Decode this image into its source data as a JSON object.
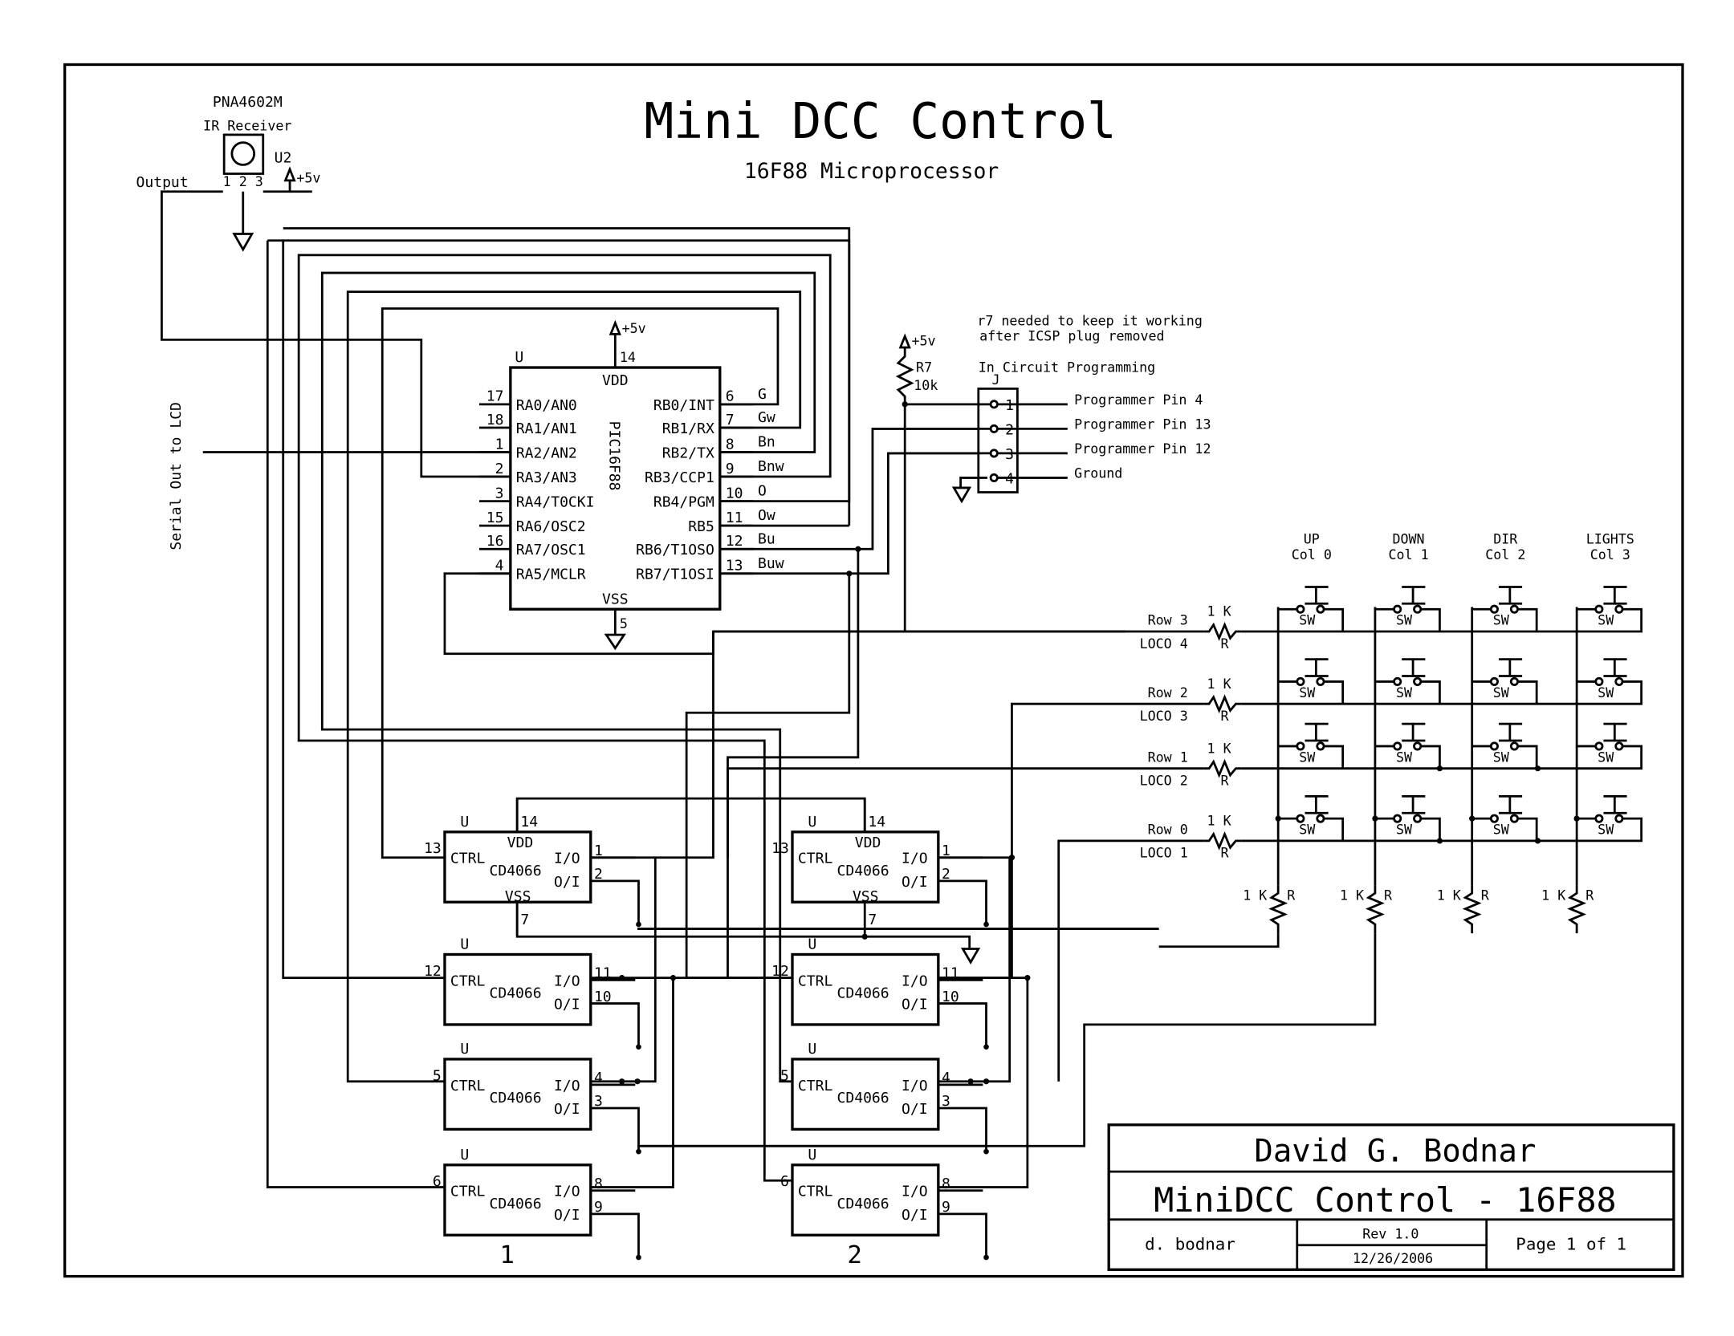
{
  "schematic": {
    "title": "Mini DCC Control",
    "subtitle": "16F88 Microprocessor",
    "ir_receiver": {
      "part": "PNA4602M",
      "desc": "IR Receiver",
      "ref": "U2",
      "pins": "1 2 3",
      "output_label": "Output",
      "supply": "+5v"
    },
    "serial_label": "Serial Out to LCD",
    "pic": {
      "ref": "U",
      "name": "PIC16F88",
      "vdd": "VDD",
      "vss": "VSS",
      "vdd_pin": "14",
      "vss_pin": "5",
      "supply": "+5v",
      "left_pins": [
        {
          "num": "17",
          "name": "RA0/AN0"
        },
        {
          "num": "18",
          "name": "RA1/AN1"
        },
        {
          "num": "1",
          "name": "RA2/AN2"
        },
        {
          "num": "2",
          "name": "RA3/AN3"
        },
        {
          "num": "3",
          "name": "RA4/T0CKI"
        },
        {
          "num": "15",
          "name": "RA6/OSC2"
        },
        {
          "num": "16",
          "name": "RA7/OSC1"
        },
        {
          "num": "4",
          "name": "RA5/MCLR"
        }
      ],
      "right_pins": [
        {
          "num": "6",
          "name": "RB0/INT",
          "net": "G"
        },
        {
          "num": "7",
          "name": "RB1/RX",
          "net": "Gw"
        },
        {
          "num": "8",
          "name": "RB2/TX",
          "net": "Bn"
        },
        {
          "num": "9",
          "name": "RB3/CCP1",
          "net": "Bnw"
        },
        {
          "num": "10",
          "name": "RB4/PGM",
          "net": "O"
        },
        {
          "num": "11",
          "name": "RB5",
          "net": "Ow"
        },
        {
          "num": "12",
          "name": "RB6/T1OSO",
          "net": "Bu"
        },
        {
          "num": "13",
          "name": "RB7/T1OSI",
          "net": "Buw"
        }
      ]
    },
    "icsp": {
      "note_line1": "r7 needed to keep it working",
      "note_line2": "after ICSP plug removed",
      "title": "In Circuit Programming",
      "ref": "J",
      "r7_ref": "R7",
      "r7_value": "10k",
      "supply": "+5v",
      "pins": [
        {
          "num": "1",
          "label": "Programmer Pin 4"
        },
        {
          "num": "2",
          "label": "Programmer Pin 13"
        },
        {
          "num": "3",
          "label": "Programmer Pin 12"
        },
        {
          "num": "4",
          "label": "Ground"
        }
      ]
    },
    "keypad": {
      "columns": [
        {
          "name": "UP",
          "col": "Col 0"
        },
        {
          "name": "DOWN",
          "col": "Col 1"
        },
        {
          "name": "DIR",
          "col": "Col 2"
        },
        {
          "name": "LIGHTS",
          "col": "Col 3"
        }
      ],
      "rows": [
        {
          "row": "Row 3",
          "loco": "LOCO 4"
        },
        {
          "row": "Row 2",
          "loco": "LOCO 3"
        },
        {
          "row": "Row 1",
          "loco": "LOCO 2"
        },
        {
          "row": "Row 0",
          "loco": "LOCO 1"
        }
      ],
      "switch_label": "SW",
      "resistor_value": "1 K",
      "resistor_ref": "R"
    },
    "switch_chip": {
      "part": "CD4066",
      "ref": "U",
      "ctrl": "CTRL",
      "io": "I/O",
      "oi": "O/I",
      "vdd": "VDD",
      "vss": "VSS",
      "vdd_pin": "14",
      "vss_pin": "7",
      "sections": [
        {
          "ctrl_pin": "13",
          "io_pin": "1",
          "oi_pin": "2"
        },
        {
          "ctrl_pin": "12",
          "io_pin": "11",
          "oi_pin": "10"
        },
        {
          "ctrl_pin": "5",
          "io_pin": "4",
          "oi_pin": "3"
        },
        {
          "ctrl_pin": "6",
          "io_pin": "8",
          "oi_pin": "9"
        }
      ],
      "chip_labels": [
        "1",
        "2"
      ]
    },
    "title_block": {
      "author": "David G. Bodnar",
      "project": "MiniDCC Control - 16F88",
      "drawn_by": "d. bodnar",
      "revision": "Rev 1.0",
      "date": "12/26/2006",
      "page": "Page 1 of 1"
    }
  }
}
